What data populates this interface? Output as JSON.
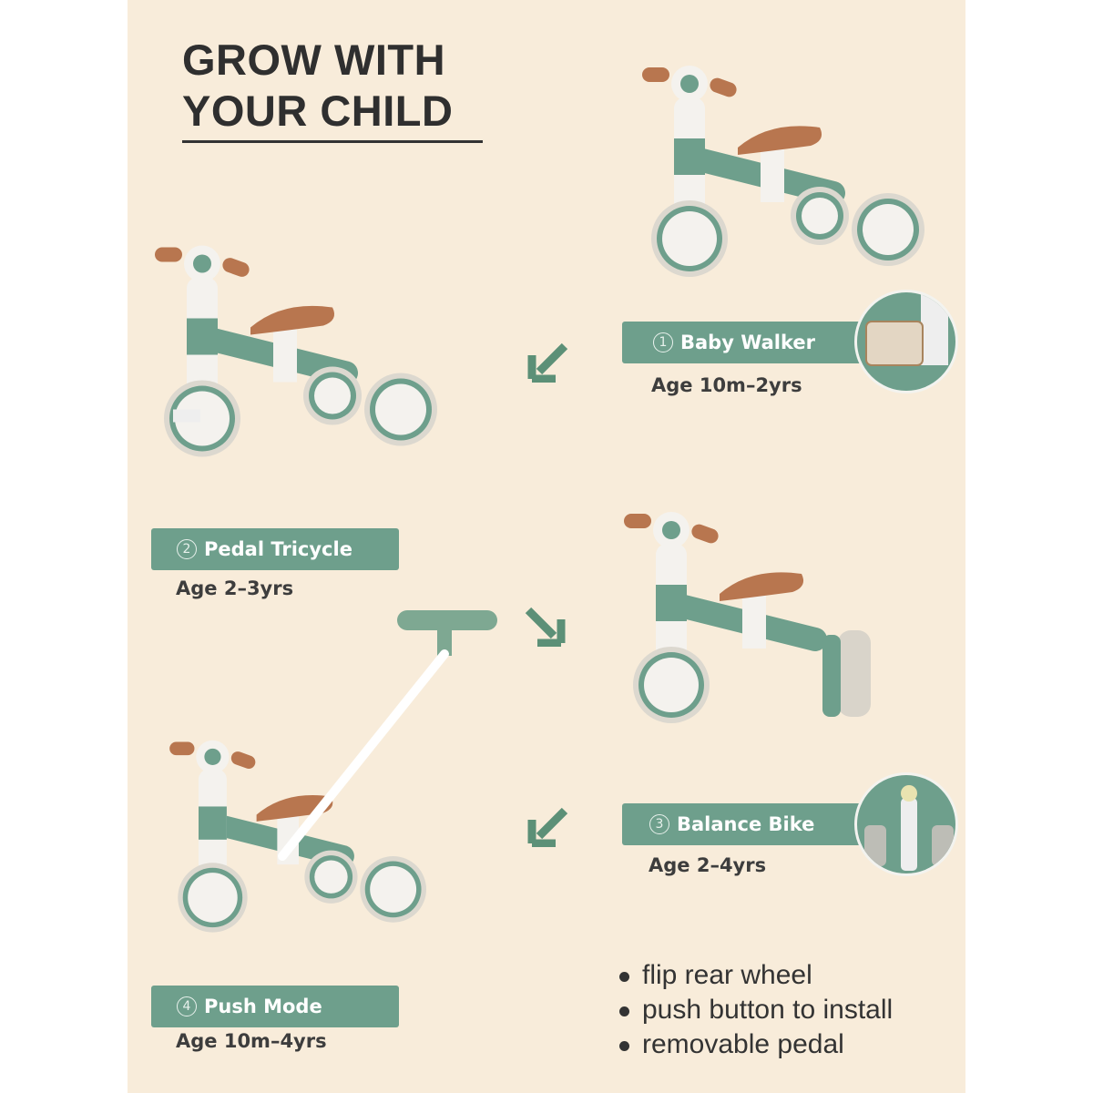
{
  "title": {
    "line1": "GROW WITH",
    "line2": "YOUR CHILD"
  },
  "modes": [
    {
      "number": "1",
      "name": "Baby Walker",
      "age": "Age 10m–2yrs"
    },
    {
      "number": "2",
      "name": "Pedal Tricycle",
      "age": "Age 2–3yrs"
    },
    {
      "number": "3",
      "name": "Balance Bike",
      "age": "Age 2–4yrs"
    },
    {
      "number": "4",
      "name": "Push Mode",
      "age": "Age 10m–4yrs"
    }
  ],
  "features": [
    "flip rear wheel",
    "push button to install",
    "removable pedal"
  ],
  "colors": {
    "background": "#f8ecda",
    "accent": "#6e9f8c",
    "saddle": "#b8764f"
  }
}
